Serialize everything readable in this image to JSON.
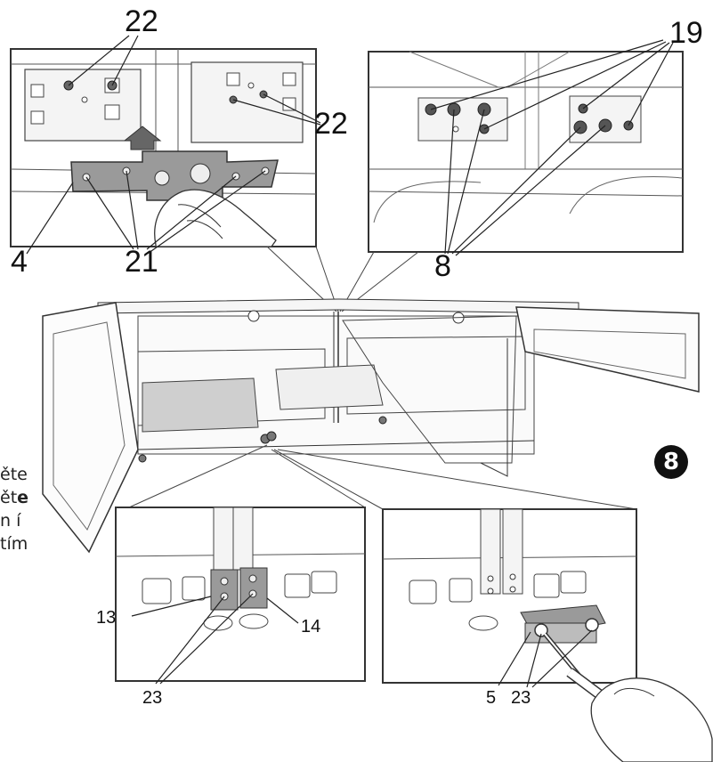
{
  "callouts": {
    "n22_top": "22",
    "n22_right": "22",
    "n4": "4",
    "n21": "21",
    "n19": "19",
    "n8": "8",
    "n13": "13",
    "n14": "14",
    "n23_left": "23",
    "n5": "5",
    "n23_right": "23"
  },
  "step_badge": "8",
  "side_text": {
    "line1": "ěte",
    "line2_a": "ět",
    "line2_b": "e",
    "line3": "n í",
    "line4": "tím"
  }
}
